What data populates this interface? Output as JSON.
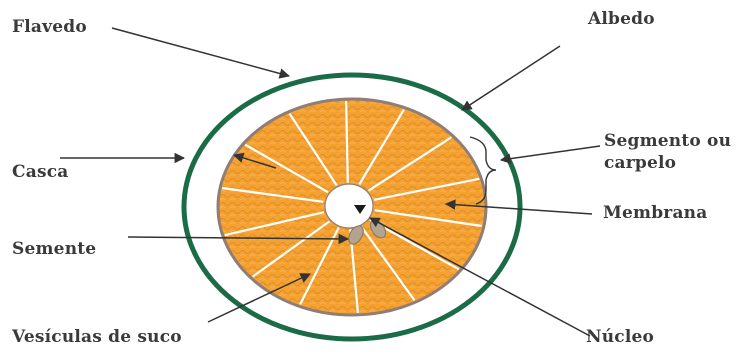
{
  "labels": {
    "flavedo": "Flavedo",
    "albedo": "Albedo",
    "casca": "Casca",
    "segmento_line1": "Segmento ou",
    "segmento_line2": "carpelo",
    "membrana": "Membrana",
    "semente": "Semente",
    "vesiculas": "Vesículas de suco",
    "nucleo": "Núcleo"
  },
  "colors": {
    "rind": "#1b6b47",
    "pulp": "#f5a233",
    "pulp_texture": "#e08d24",
    "membrane_border": "#8f7d76",
    "segment_lines": "#ffffff",
    "seed": "#b4a48f",
    "arrow": "#333333",
    "text": "#3a3a3a"
  },
  "diagram": {
    "segment_count": 14
  }
}
